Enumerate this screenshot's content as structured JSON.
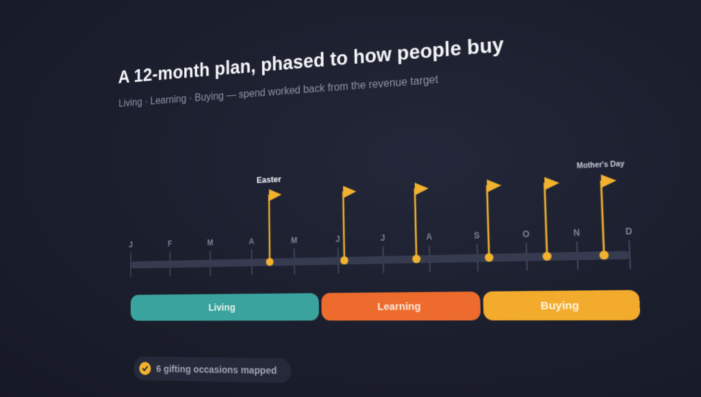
{
  "header": {
    "title": "A 12-month plan, phased to how people buy",
    "subtitle": "Living · Learning · Buying — spend worked back from the revenue target"
  },
  "timeline": {
    "months": [
      "J",
      "F",
      "M",
      "A",
      "M",
      "J",
      "J",
      "A",
      "S",
      "O",
      "N",
      "D"
    ],
    "flags": [
      {
        "label": "Easter"
      },
      {
        "label": ""
      },
      {
        "label": ""
      },
      {
        "label": ""
      },
      {
        "label": ""
      },
      {
        "label": "Mother's Day"
      }
    ],
    "flag_icon": "flag-icon"
  },
  "phases": [
    {
      "label": "Living",
      "color": "#3aa39d"
    },
    {
      "label": "Learning",
      "color": "#ec6b2d"
    },
    {
      "label": "Buying",
      "color": "#f2ab2d"
    }
  ],
  "badge": {
    "icon": "check-circle-icon",
    "text": "6 gifting occasions mapped"
  },
  "colors": {
    "background": "#1b1e2c",
    "track": "#363b50",
    "flag": "#f2b230",
    "month_label": "#7d8196",
    "title": "#f4f5f8",
    "subtitle": "#8d91a6"
  }
}
